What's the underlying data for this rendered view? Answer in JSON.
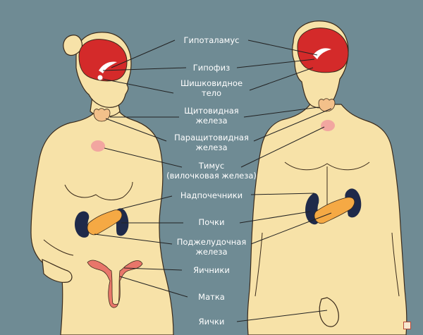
{
  "colors": {
    "background": "#6f8b94",
    "skin": "#f7e2a8",
    "outline": "#3a2a1a",
    "brain": "#d42a2a",
    "thyroid": "#f3c08a",
    "thymus": "#f2a6a0",
    "kidney": "#1f2a4a",
    "pancreas": "#f5a944",
    "uterus": "#e8766a",
    "label_text": "#ffffff",
    "leader_line": "#222222"
  },
  "labels": {
    "hypothalamus": "Гипоталамус",
    "pituitary": "Гипофиз",
    "pineal_1": "Шишковидное",
    "pineal_2": "тело",
    "thyroid_1": "Щитовидная",
    "thyroid_2": "железа",
    "parathyroid_1": "Паращитовидная",
    "parathyroid_2": "железа",
    "thymus_1": "Тимус",
    "thymus_2": "(вилочковая железа)",
    "adrenal": "Надпочечники",
    "kidneys": "Почки",
    "pancreas_1": "Поджелудочная",
    "pancreas_2": "железа",
    "ovaries": "Яичники",
    "uterus": "Матка",
    "testes": "Яички"
  }
}
